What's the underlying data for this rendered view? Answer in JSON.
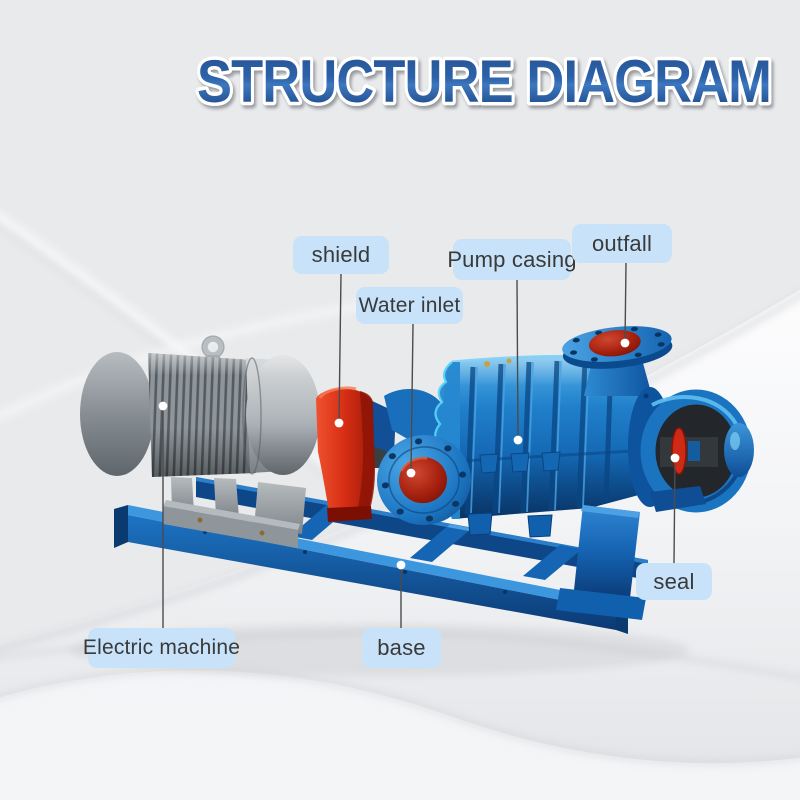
{
  "header": {
    "title": "STRUCTURE DIAGRAM"
  },
  "diagram": {
    "subject_labels_note": "part callouts of a motor-driven multistage pump",
    "callouts": [
      {
        "id": "shield",
        "label": "shield"
      },
      {
        "id": "water-inlet",
        "label": "Water inlet"
      },
      {
        "id": "pump-casing",
        "label": "Pump casing"
      },
      {
        "id": "outfall",
        "label": "outfall"
      },
      {
        "id": "electric-machine",
        "label": "Electric machine"
      },
      {
        "id": "base",
        "label": "base"
      },
      {
        "id": "seal",
        "label": "seal"
      }
    ],
    "colors": {
      "background": "#e9eaec",
      "sweep_white": "#fbfcfd",
      "title_fill": "#24559c",
      "title_outline": "#ffffff",
      "label_bg": "#c7e2f9",
      "label_text": "#3a3a3a",
      "leader_line": "#4c4c4c",
      "callout_dot": "#ffffff",
      "pump_blue": "#1b74c0",
      "pump_blue_dark": "#0b3f7c",
      "pump_highlight": "#5fc6f5",
      "motor_gray": "#8f969b",
      "motor_silver": "#c6cbce",
      "shield_red": "#d62e14",
      "port_dark_red": "#7c1206",
      "base_blue": "#1565b4"
    }
  }
}
